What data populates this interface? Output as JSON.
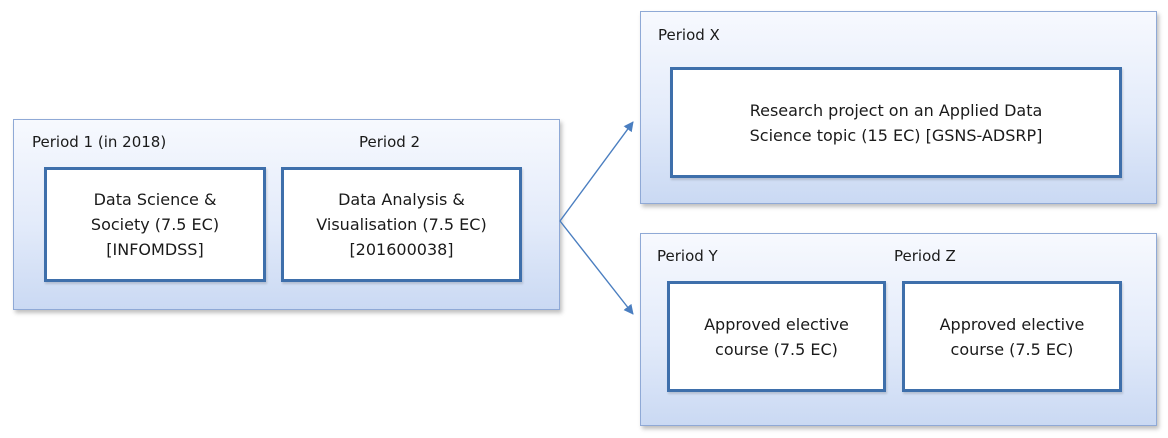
{
  "left_group": {
    "period1_label": "Period 1 (in 2018)",
    "period2_label": "Period 2",
    "course1": [
      "Data Science &",
      "Society (7.5 EC)",
      "[INFOMDSS]"
    ],
    "course2": [
      "Data Analysis &",
      "Visualisation (7.5 EC)",
      "[201600038]"
    ]
  },
  "top_right_group": {
    "periodx_label": "Period X",
    "research": [
      "Research project on an Applied Data",
      "Science topic (15 EC) [GSNS-ADSRP]"
    ]
  },
  "bottom_right_group": {
    "periody_label": "Period Y",
    "periodz_label": "Period Z",
    "elective1": [
      "Approved elective",
      "course (7.5 EC)"
    ],
    "elective2": [
      "Approved elective",
      "course (7.5 EC)"
    ]
  },
  "colors": {
    "course_border": "#3e6fab",
    "panel_border": "#8fa9d6",
    "arrow": "#4a7ec0"
  }
}
